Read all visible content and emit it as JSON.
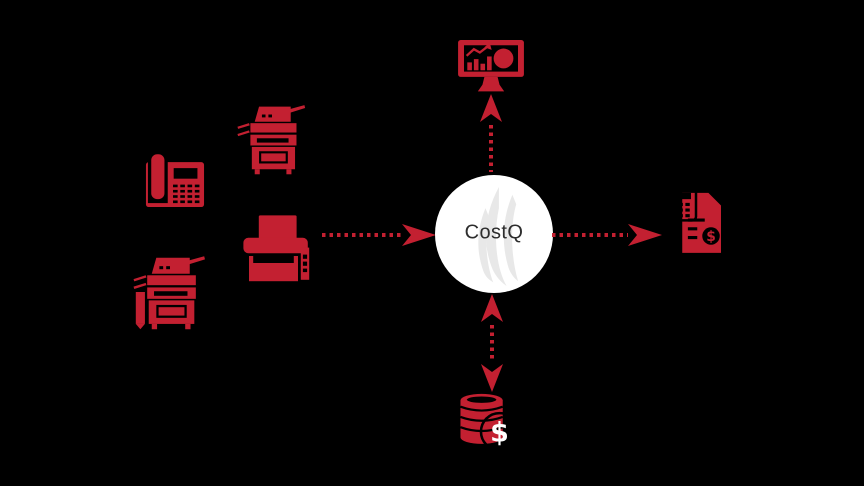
{
  "colors": {
    "background": "#000000",
    "accent": "#c32031",
    "node-bg": "#ffffff",
    "watermark": "#e8e8e8",
    "node-text": "#2d2d2d",
    "coin-symbol-color": "#ffffff"
  },
  "diagram": {
    "center_node": {
      "label": "CostQ",
      "watermark": "flame-icon"
    },
    "currency_symbol": "$",
    "input_devices": [
      {
        "name": "fax-phone",
        "icon": "fax-phone-icon"
      },
      {
        "name": "multifunction-copier",
        "icon": "copier-icon"
      },
      {
        "name": "desktop-printer",
        "icon": "printer-icon"
      },
      {
        "name": "multifunction-copier",
        "icon": "copier-icon"
      }
    ],
    "outputs": [
      {
        "name": "analytics-dashboard",
        "icon": "monitor-charts-icon",
        "position": "top"
      },
      {
        "name": "billing-invoice",
        "icon": "invoice-calculator-icon",
        "position": "right"
      },
      {
        "name": "cost-savings",
        "icon": "coins-dollar-icon",
        "position": "bottom"
      }
    ],
    "arrows": [
      {
        "name": "devices-to-costq",
        "style": "dotted",
        "direction": "right"
      },
      {
        "name": "costq-to-analytics",
        "style": "dotted",
        "direction": "up"
      },
      {
        "name": "costq-to-billing",
        "style": "dotted",
        "direction": "right"
      },
      {
        "name": "costq-to-savings",
        "style": "dotted",
        "direction": "bidirectional"
      }
    ]
  }
}
